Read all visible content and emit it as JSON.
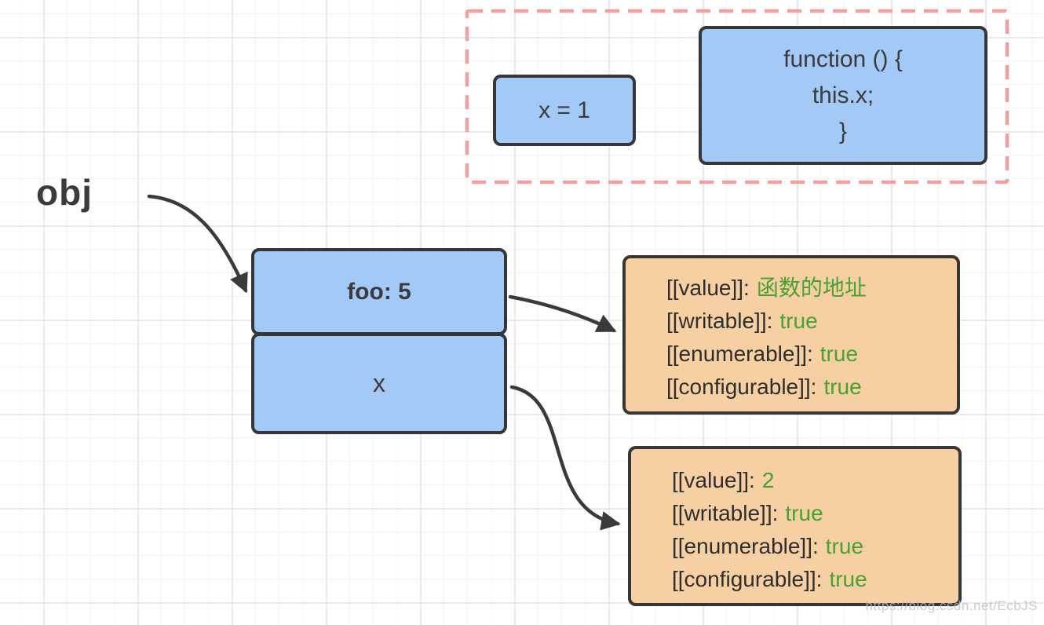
{
  "colors": {
    "box_blue_fill": "#a3c9f7",
    "box_orange_fill": "#f6cfa2",
    "stroke_dark": "#363636",
    "dashed_group_border": "#f0a0a0",
    "value_green": "#48a233",
    "text_dark": "#3b3b3b",
    "watermark_gray": "#bebebe"
  },
  "closure_group": {
    "var_box": {
      "label": "x = 1"
    },
    "function_box": {
      "lines": [
        "function () {",
        "this.x;",
        "}"
      ]
    }
  },
  "obj": {
    "label": "obj"
  },
  "object_box": {
    "rows": [
      {
        "label": "foo: 5"
      },
      {
        "label": "x"
      }
    ]
  },
  "descriptors": {
    "foo": {
      "lines": [
        {
          "label": "[[value]]:",
          "value": "函数的地址"
        },
        {
          "label": "[[writable]]:",
          "value": "true"
        },
        {
          "label": "[[enumerable]]:",
          "value": "true"
        },
        {
          "label": "[[configurable]]:",
          "value": "true"
        }
      ]
    },
    "x": {
      "lines": [
        {
          "label": "[[value]]:",
          "value": "2"
        },
        {
          "label": "[[writable]]:",
          "value": "true"
        },
        {
          "label": "[[enumerable]]:",
          "value": "true"
        },
        {
          "label": "[[configurable]]:",
          "value": "true"
        }
      ]
    }
  },
  "watermark": "https://blog.csdn.net/EcbJS"
}
